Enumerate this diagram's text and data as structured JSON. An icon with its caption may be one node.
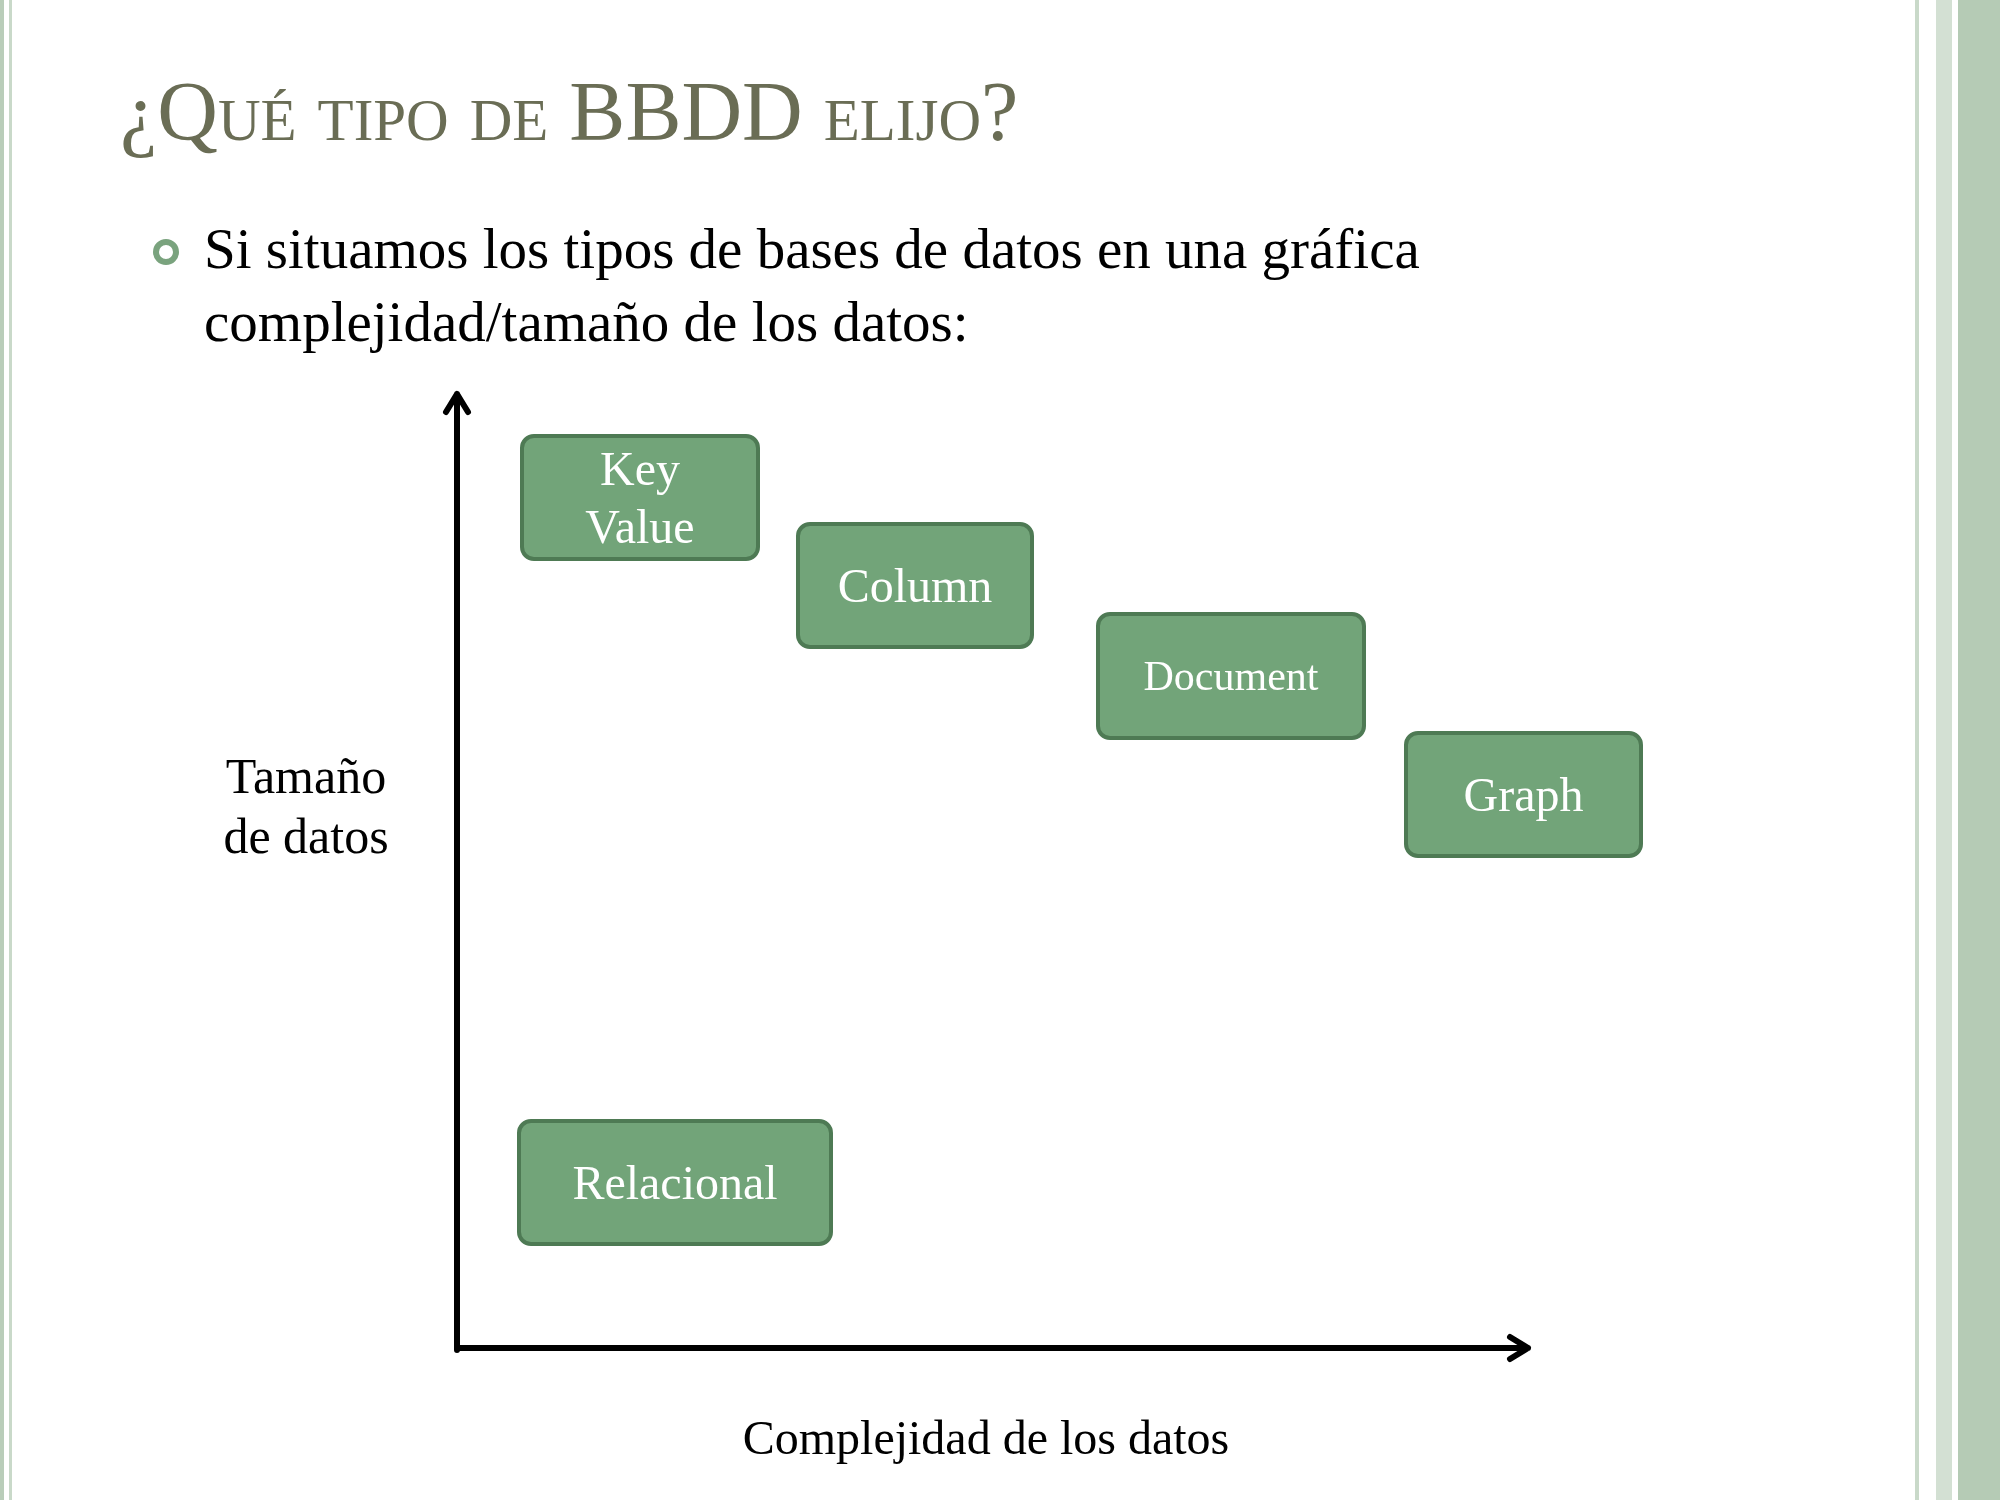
{
  "diagram": {
    "title": "¿Qué tipo de BBDD elijo?",
    "nodes": [
      {
        "text": [
          "Key Value"
        ]
      },
      {
        "text": [
          "Column"
        ]
      },
      {
        "text": [
          "Document"
        ]
      },
      {
        "text": [
          "Graph"
        ]
      },
      {
        "text": [
          "Relacional"
        ]
      }
    ],
    "edges": [],
    "labels": [
      "Si situamos los tipos de bases de datos en una gráfica complejidad/tamaño de los datos:",
      "Tamaño de datos",
      "Complejidad de los datos"
    ]
  }
}
